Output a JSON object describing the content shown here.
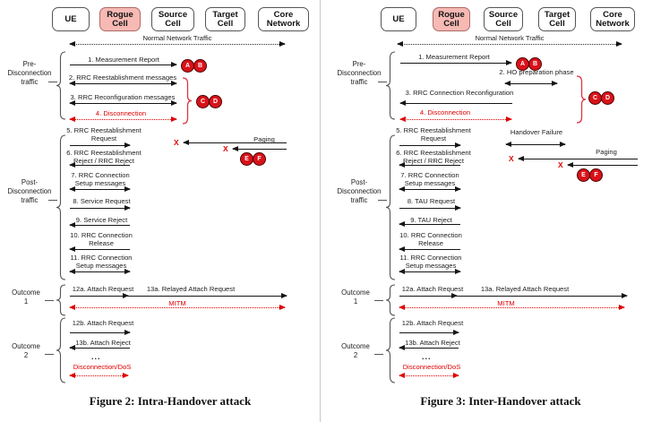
{
  "colors": {
    "accent_red": "#e00000",
    "rogue_fill": "#f6b9b4",
    "badge_red": "#d9121a"
  },
  "left": {
    "caption": "Figure 2: Intra-Handover attack",
    "entities": {
      "ue": "UE",
      "rogue": "Rogue Cell",
      "source": "Source Cell",
      "target": "Target Cell",
      "core": "Core Network"
    },
    "normal_traffic": "Normal Network Traffic",
    "groups": {
      "pre": [
        "Pre-",
        "Disconnection",
        "traffic"
      ],
      "post": [
        "Post-",
        "Disconnection",
        "traffic"
      ],
      "out1": [
        "Outcome",
        "1"
      ],
      "out2": [
        "Outcome",
        "2"
      ]
    },
    "badges": {
      "ab": [
        "A",
        "B"
      ],
      "cd": [
        "C",
        "D"
      ],
      "ef": [
        "E",
        "F"
      ]
    },
    "msgs": {
      "m1": "1. Measurement Report",
      "m2": "2. RRC Reestablishment messages",
      "m3": "3. RRC Reconfiguration messages",
      "m4": "4. Disconnection",
      "m5": "5. RRC Reestablishment Request",
      "paging": "Paging",
      "m6": "6. RRC Reestablishment Reject / RRC Reject",
      "m7": "7. RRC Connection Setup messages",
      "m8": "8. Service Request",
      "m9": "9. Service Reject",
      "m10": "10. RRC Connection Release",
      "m11": "11. RRC Connection Setup messages",
      "m12a": "12a. Attach Request",
      "m13a": "13a. Relayed Attach Request",
      "mitm": "MITM",
      "m12b": "12b. Attach Request",
      "m13b": "13b. Attach Reject",
      "dots": "...",
      "dos": "Disconnection/DoS",
      "x": "X"
    }
  },
  "right": {
    "caption": "Figure 3: Inter-Handover attack",
    "entities": {
      "ue": "UE",
      "rogue": "Rogue Cell",
      "source": "Source Cell",
      "target": "Target Cell",
      "core": "Core Network"
    },
    "normal_traffic": "Normal Network Traffic",
    "groups": {
      "pre": [
        "Pre-",
        "Disconnection",
        "traffic"
      ],
      "post": [
        "Post-",
        "Disconnection",
        "traffic"
      ],
      "out1": [
        "Outcome",
        "1"
      ],
      "out2": [
        "Outcome",
        "2"
      ]
    },
    "badges": {
      "ab": [
        "A",
        "B"
      ],
      "cd": [
        "C",
        "D"
      ],
      "ef": [
        "E",
        "F"
      ]
    },
    "msgs": {
      "m1": "1. Measurement Report",
      "m2": "2. HO preparation phase",
      "m3": "3. RRC Connection Reconfiguration",
      "m4": "4. Disconnection",
      "m5": "5. RRC Reestablishment Request",
      "hof": "Handover Failure",
      "paging": "Paging",
      "m6": "6. RRC Reestablishment Reject / RRC Reject",
      "m7": "7. RRC Connection Setup messages",
      "m8": "8. TAU Request",
      "m9": "9. TAU Reject",
      "m10": "10. RRC Connection Release",
      "m11": "11. RRC Connection Setup messages",
      "m12a": "12a. Attach Request",
      "m13a": "13a. Relayed Attach Request",
      "mitm": "MITM",
      "m12b": "12b. Attach Request",
      "m13b": "13b. Attach Reject",
      "dots": "...",
      "dos": "Disconnection/DoS",
      "x": "X"
    }
  }
}
